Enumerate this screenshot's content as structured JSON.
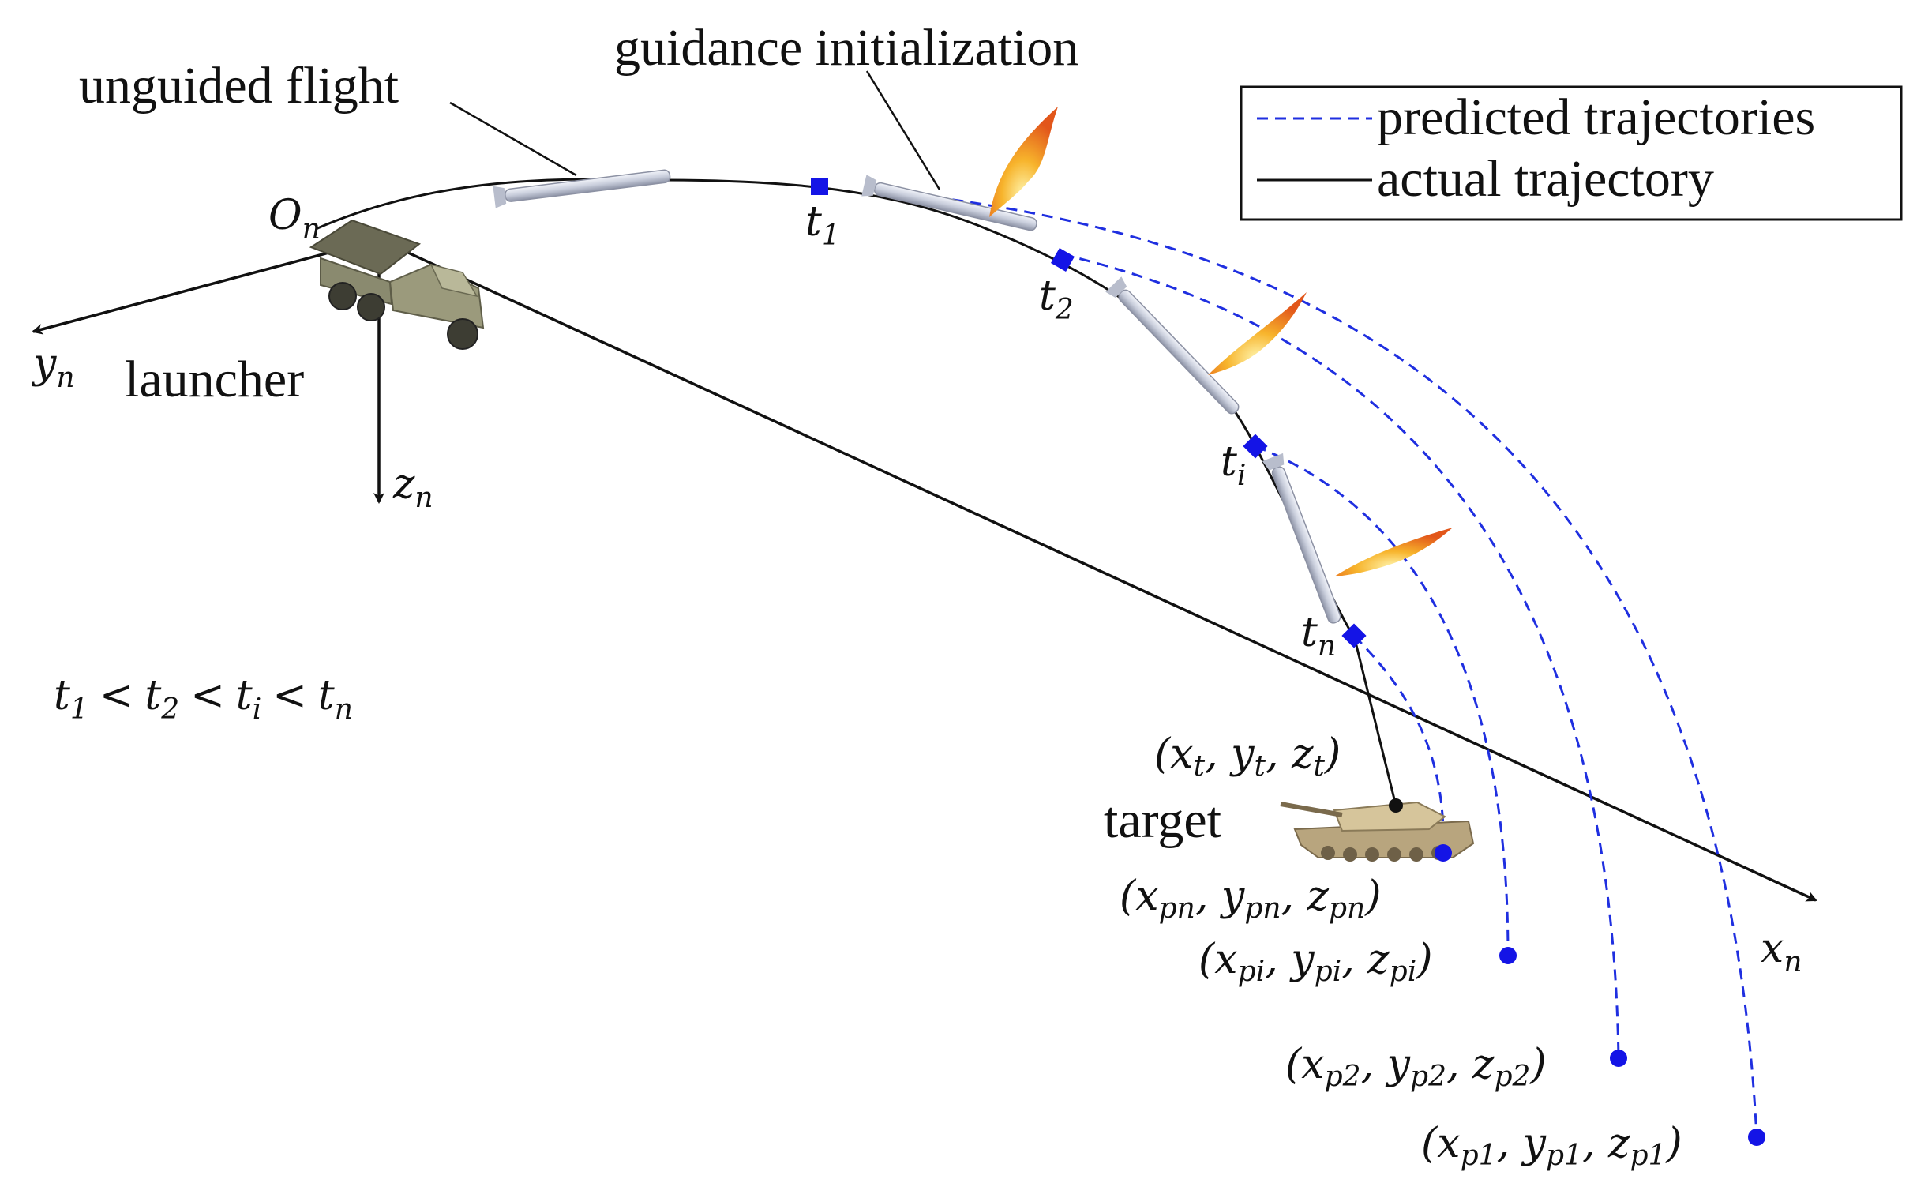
{
  "labels": {
    "unguided_flight": "unguided flight",
    "guidance_initialization": "guidance initialization",
    "launcher": "launcher",
    "target": "target"
  },
  "legend": {
    "predicted": "predicted trajectories",
    "actual": "actual trajectory"
  },
  "axes": {
    "origin": {
      "main": "O",
      "sub": "n"
    },
    "x": {
      "main": "x",
      "sub": "n"
    },
    "y": {
      "main": "y",
      "sub": "n"
    },
    "z": {
      "main": "z",
      "sub": "n"
    }
  },
  "times": {
    "t1": {
      "main": "t",
      "sub": "1"
    },
    "t2": {
      "main": "t",
      "sub": "2"
    },
    "ti": {
      "main": "t",
      "sub": "i"
    },
    "tn": {
      "main": "t",
      "sub": "n"
    }
  },
  "inequality": {
    "t": "t",
    "s1": "1",
    "s2": "2",
    "si": "i",
    "sn": "n",
    "lt": "<"
  },
  "points": {
    "target": {
      "x": "x",
      "xs": "t",
      "y": "y",
      "ys": "t",
      "z": "z",
      "zs": "t"
    },
    "pn": {
      "x": "x",
      "xs": "pn",
      "y": "y",
      "ys": "pn",
      "z": "z",
      "zs": "pn"
    },
    "pi": {
      "x": "x",
      "xs": "pi",
      "y": "y",
      "ys": "pi",
      "z": "z",
      "zs": "pi"
    },
    "p2": {
      "x": "x",
      "xs": "p2",
      "y": "y",
      "ys": "p2",
      "z": "z",
      "zs": "p2"
    },
    "p1": {
      "x": "x",
      "xs": "p1",
      "y": "y",
      "ys": "p1",
      "z": "z",
      "zs": "p1"
    }
  },
  "colors": {
    "predicted": "#1f2fe0",
    "actual": "#111111",
    "marker": "#1414e6",
    "flame": "#f5a11c"
  }
}
